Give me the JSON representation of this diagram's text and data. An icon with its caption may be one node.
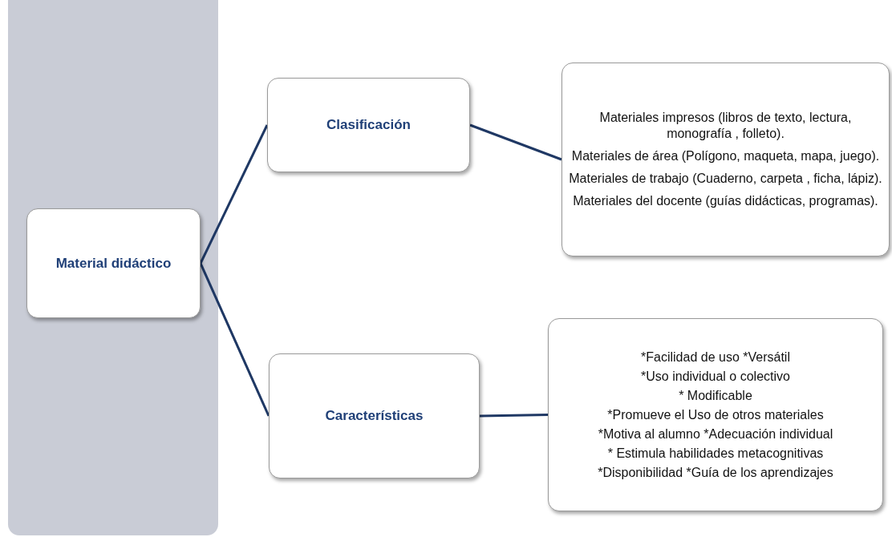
{
  "diagram": {
    "nodes": [
      {
        "text": [
          "Material didáctico"
        ]
      },
      {
        "text": [
          "Clasificación"
        ]
      },
      {
        "text": [
          "Características"
        ]
      },
      {
        "text": [
          "Materiales impresos (libros de texto, lectura, monografía , folleto).",
          "Materiales de área (Polígono, maqueta, mapa, juego).",
          "Materiales de trabajo (Cuaderno, carpeta , ficha, lápiz).",
          "Materiales del docente (guías didácticas, programas)."
        ]
      },
      {
        "text": [
          "*Facilidad de uso *Versátil",
          "*Uso individual o colectivo",
          "* Modificable",
          "*Promueve el Uso de otros materiales",
          "*Motiva al alumno *Adecuación individual",
          "* Estimula habilidades metacognitivas",
          "*Disponibilidad *Guía de los aprendizajes"
        ]
      }
    ],
    "edges": [
      {
        "from": 0,
        "to": 1,
        "arrow": "none"
      },
      {
        "from": 0,
        "to": 2,
        "arrow": "none"
      },
      {
        "from": 1,
        "to": 3,
        "arrow": "none"
      },
      {
        "from": 2,
        "to": 4,
        "arrow": "none"
      }
    ]
  }
}
